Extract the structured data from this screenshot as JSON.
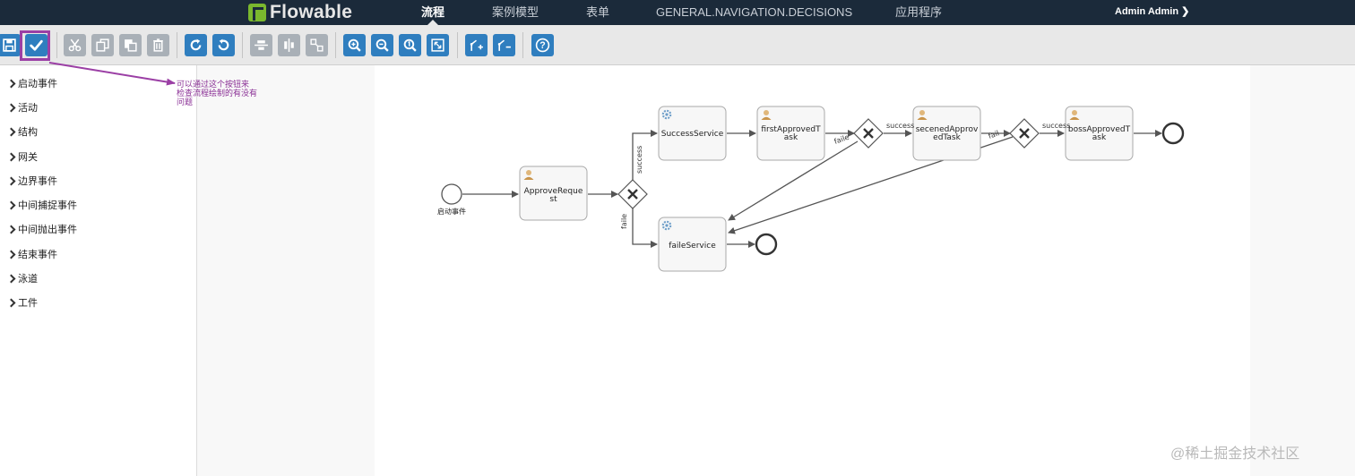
{
  "app": {
    "logo_text": "Flowable",
    "user_label": "Admin Admin ❯"
  },
  "nav": {
    "items": [
      "流程",
      "案例模型",
      "表单",
      "GENERAL.NAVIGATION.DECISIONS",
      "应用程序"
    ],
    "active_index": 0
  },
  "toolbar": {
    "buttons": [
      "save-icon",
      "validate-icon",
      "cut-icon",
      "copy-icon",
      "paste-icon",
      "delete-icon",
      "redo-icon",
      "undo-icon",
      "align-horizontal-icon",
      "align-vertical-icon",
      "same-size-icon",
      "zoom-in-icon",
      "zoom-out-icon",
      "zoom-actual-icon",
      "zoom-fit-icon",
      "bend-point-add-icon",
      "bend-point-remove-icon",
      "help-icon"
    ]
  },
  "annotation": {
    "line1": "可以通过这个按钮来",
    "line2": "检查流程绘制的有没有",
    "line3": "问题"
  },
  "sidebar": {
    "items": [
      "启动事件",
      "活动",
      "结构",
      "网关",
      "边界事件",
      "中间捕捉事件",
      "中间抛出事件",
      "结束事件",
      "泳道",
      "工件"
    ]
  },
  "diagram": {
    "start_label": "启动事件",
    "tasks": {
      "approve_request": {
        "line1": "ApproveReque",
        "line2": "st"
      },
      "success_service": {
        "line1": "SuccessService",
        "line2": ""
      },
      "faile_service": {
        "line1": "faileService",
        "line2": ""
      },
      "first_approved": {
        "line1": "firstApprovedT",
        "line2": "ask"
      },
      "secened_approved": {
        "line1": "secenedApprov",
        "line2": "edTask"
      },
      "boss_approved": {
        "line1": "bossApprovedT",
        "line2": "ask"
      }
    },
    "flow_labels": {
      "g1_success": "success",
      "g1_faile": "faile",
      "g2_success": "success",
      "g2_faile": "faile",
      "g3_success": "success",
      "g3_faile": "fail"
    }
  },
  "watermark": "@稀土掘金技术社区",
  "colors": {
    "nav_bg": "#1b2a3a",
    "toolbar_blue": "#2f7ebf",
    "toolbar_gray": "#a9b0b7",
    "highlight": "#9b3fa5"
  }
}
